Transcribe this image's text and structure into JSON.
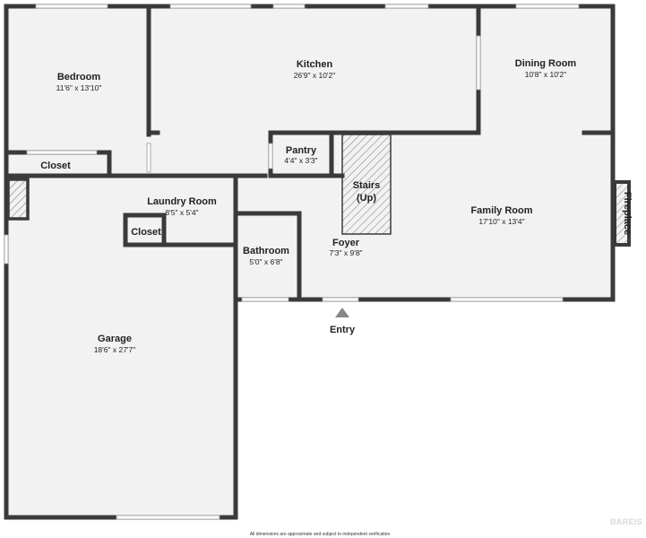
{
  "plan": {
    "rooms": {
      "bedroom": {
        "name": "Bedroom",
        "dims": "11'6\" x 13'10\""
      },
      "kitchen": {
        "name": "Kitchen",
        "dims": "26'9\" x 10'2\""
      },
      "dining": {
        "name": "Dining Room",
        "dims": "10'8\" x 10'2\""
      },
      "pantry": {
        "name": "Pantry",
        "dims": "4'4\" x 3'3\""
      },
      "stairs": {
        "line1": "Stairs",
        "line2": "(Up)"
      },
      "family": {
        "name": "Family Room",
        "dims": "17'10\" x 13'4\""
      },
      "fireplace": {
        "name": "Fireplace"
      },
      "closet_bedroom": {
        "name": "Closet"
      },
      "laundry": {
        "name": "Laundry Room",
        "dims": "8'5\" x 5'4\""
      },
      "closet_laundry": {
        "name": "Closet"
      },
      "foyer": {
        "name": "Foyer",
        "dims": "7'3\" x 9'8\""
      },
      "bathroom": {
        "name": "Bathroom",
        "dims": "5'0\" x 6'8\""
      },
      "garage": {
        "name": "Garage",
        "dims": "18'6\" x 27'7\""
      }
    },
    "entry_label": "Entry",
    "disclaimer": "All dimensions are approximate and subject to independent verification",
    "watermark": "BAREIS",
    "colors": {
      "wall": "#3a3a3a",
      "floor": "#f2f2f2",
      "background": "#ffffff",
      "window": "#ffffff",
      "hatch": "#888888",
      "entry_arrow": "#888888"
    }
  }
}
